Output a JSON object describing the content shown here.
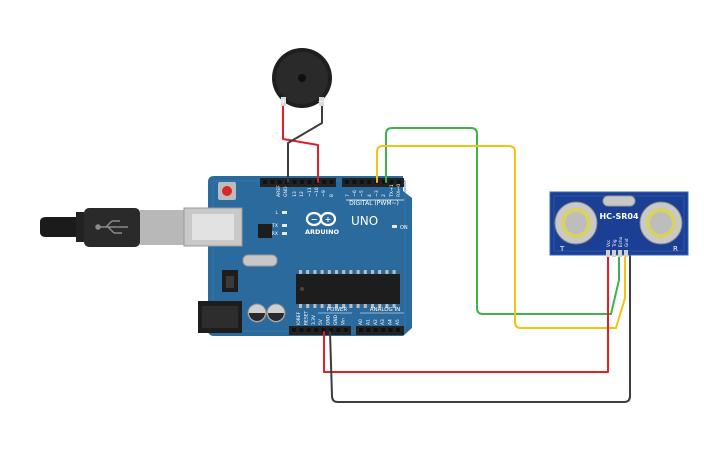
{
  "board": {
    "brand": "ARDUINO",
    "model": "UNO",
    "logo": "infinity-logo",
    "color": "#2b6a9c",
    "digital_header_label": "DIGITAL (PWM~)",
    "power_label": "POWER",
    "analog_label": "ANALOG IN",
    "on_label": "ON",
    "digital_pins": [
      "AREF",
      "GND",
      "13",
      "12",
      "~11",
      "~10",
      "~9",
      "8",
      "7",
      "~6",
      "~5",
      "4",
      "~3",
      "2",
      "TX→1",
      "RX←0"
    ],
    "power_pins": [
      "IOREF",
      "RESET",
      "3.3V",
      "5V",
      "GND",
      "GND",
      "Vin"
    ],
    "analog_pins": [
      "A0",
      "A1",
      "A2",
      "A3",
      "A4",
      "A5"
    ],
    "led_labels": [
      "L",
      "TX",
      "RX"
    ]
  },
  "sensor": {
    "label": "HC-SR04",
    "left_mark": "T",
    "right_mark": "R",
    "pins": [
      "Vcc",
      "Trig",
      "Echo",
      "Gnd"
    ],
    "color": "#1a3f94"
  },
  "buzzer": {
    "plus_label": "+",
    "minus_label": "−"
  },
  "usb_icon": "usb-plug-icon",
  "wire_colors": {
    "red": "#e21f26",
    "black": "#3d3d3d",
    "green": "#3fb24a",
    "yellow": "#f3c40f"
  }
}
